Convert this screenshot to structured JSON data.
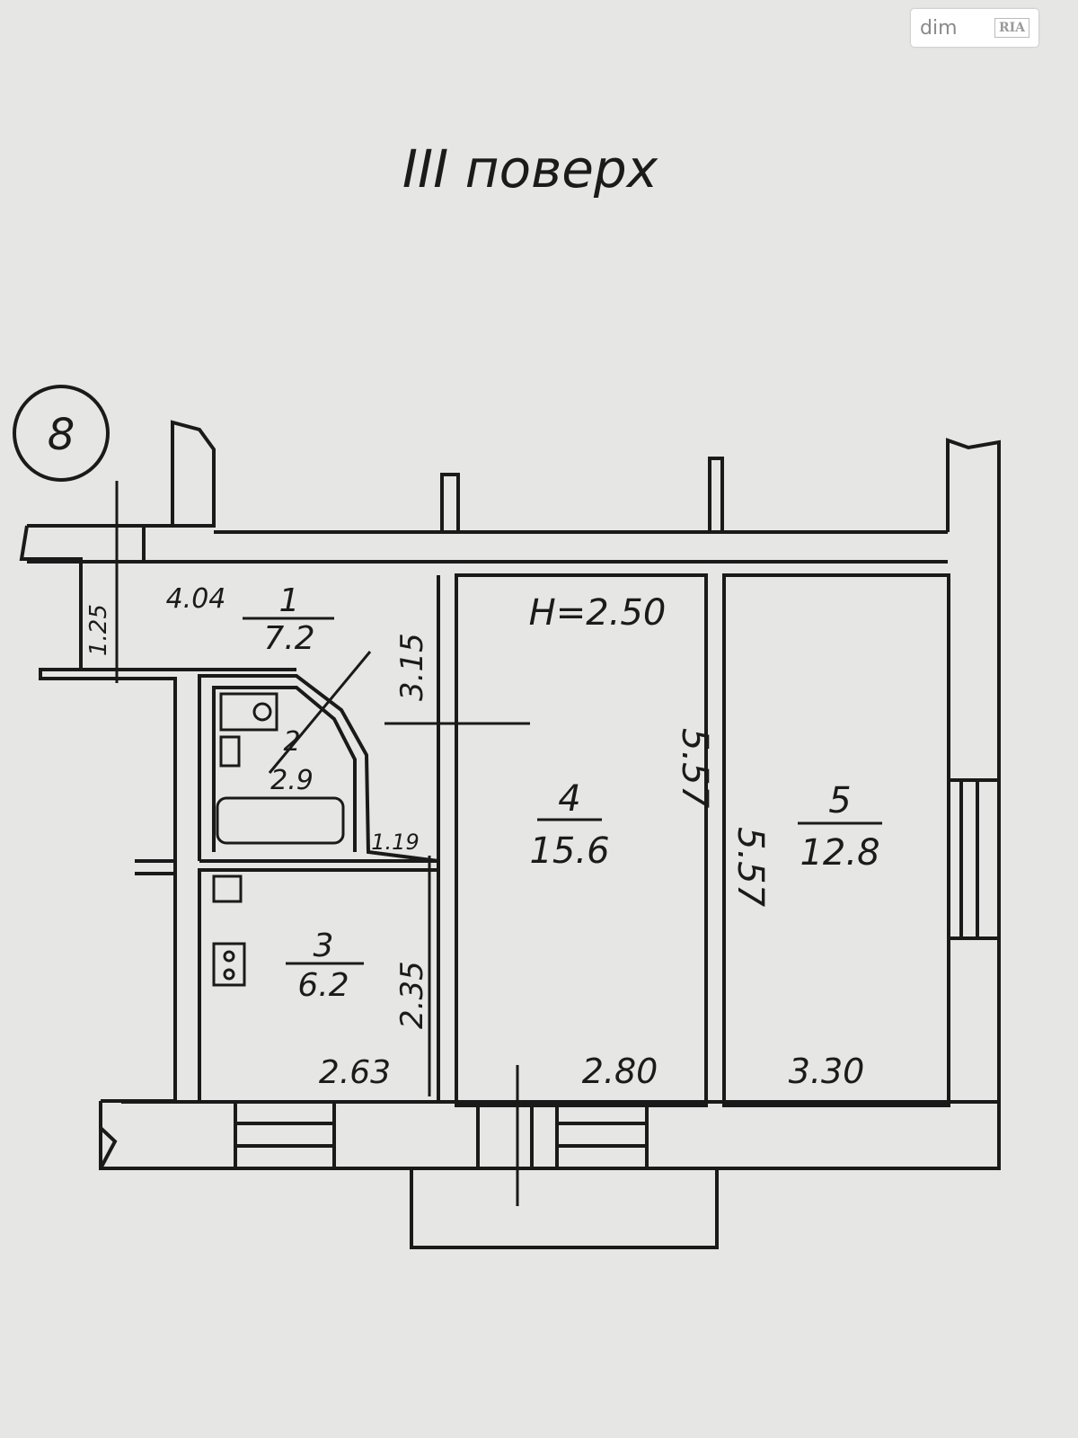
{
  "floor_label": "III поверх",
  "apartment_number": "8",
  "ceiling_height": "H=2.50",
  "rooms": [
    {
      "number": "1",
      "area": "7.2"
    },
    {
      "number": "2",
      "area": "2.9"
    },
    {
      "number": "3",
      "area": "6.2"
    },
    {
      "number": "4",
      "area": "15.6"
    },
    {
      "number": "5",
      "area": "12.8"
    }
  ],
  "dimensions": {
    "corridor_length": "4.04",
    "corridor_width": "1.25",
    "corridor_depth": "3.15",
    "bath_width": "1.19",
    "kitchen_depth": "2.35",
    "kitchen_width": "2.63",
    "room4_width": "2.80",
    "room4_length": "5.57",
    "room5_length": "5.57",
    "room5_width": "3.30"
  },
  "watermark": {
    "dim": "dim",
    "ria": "RIA"
  }
}
